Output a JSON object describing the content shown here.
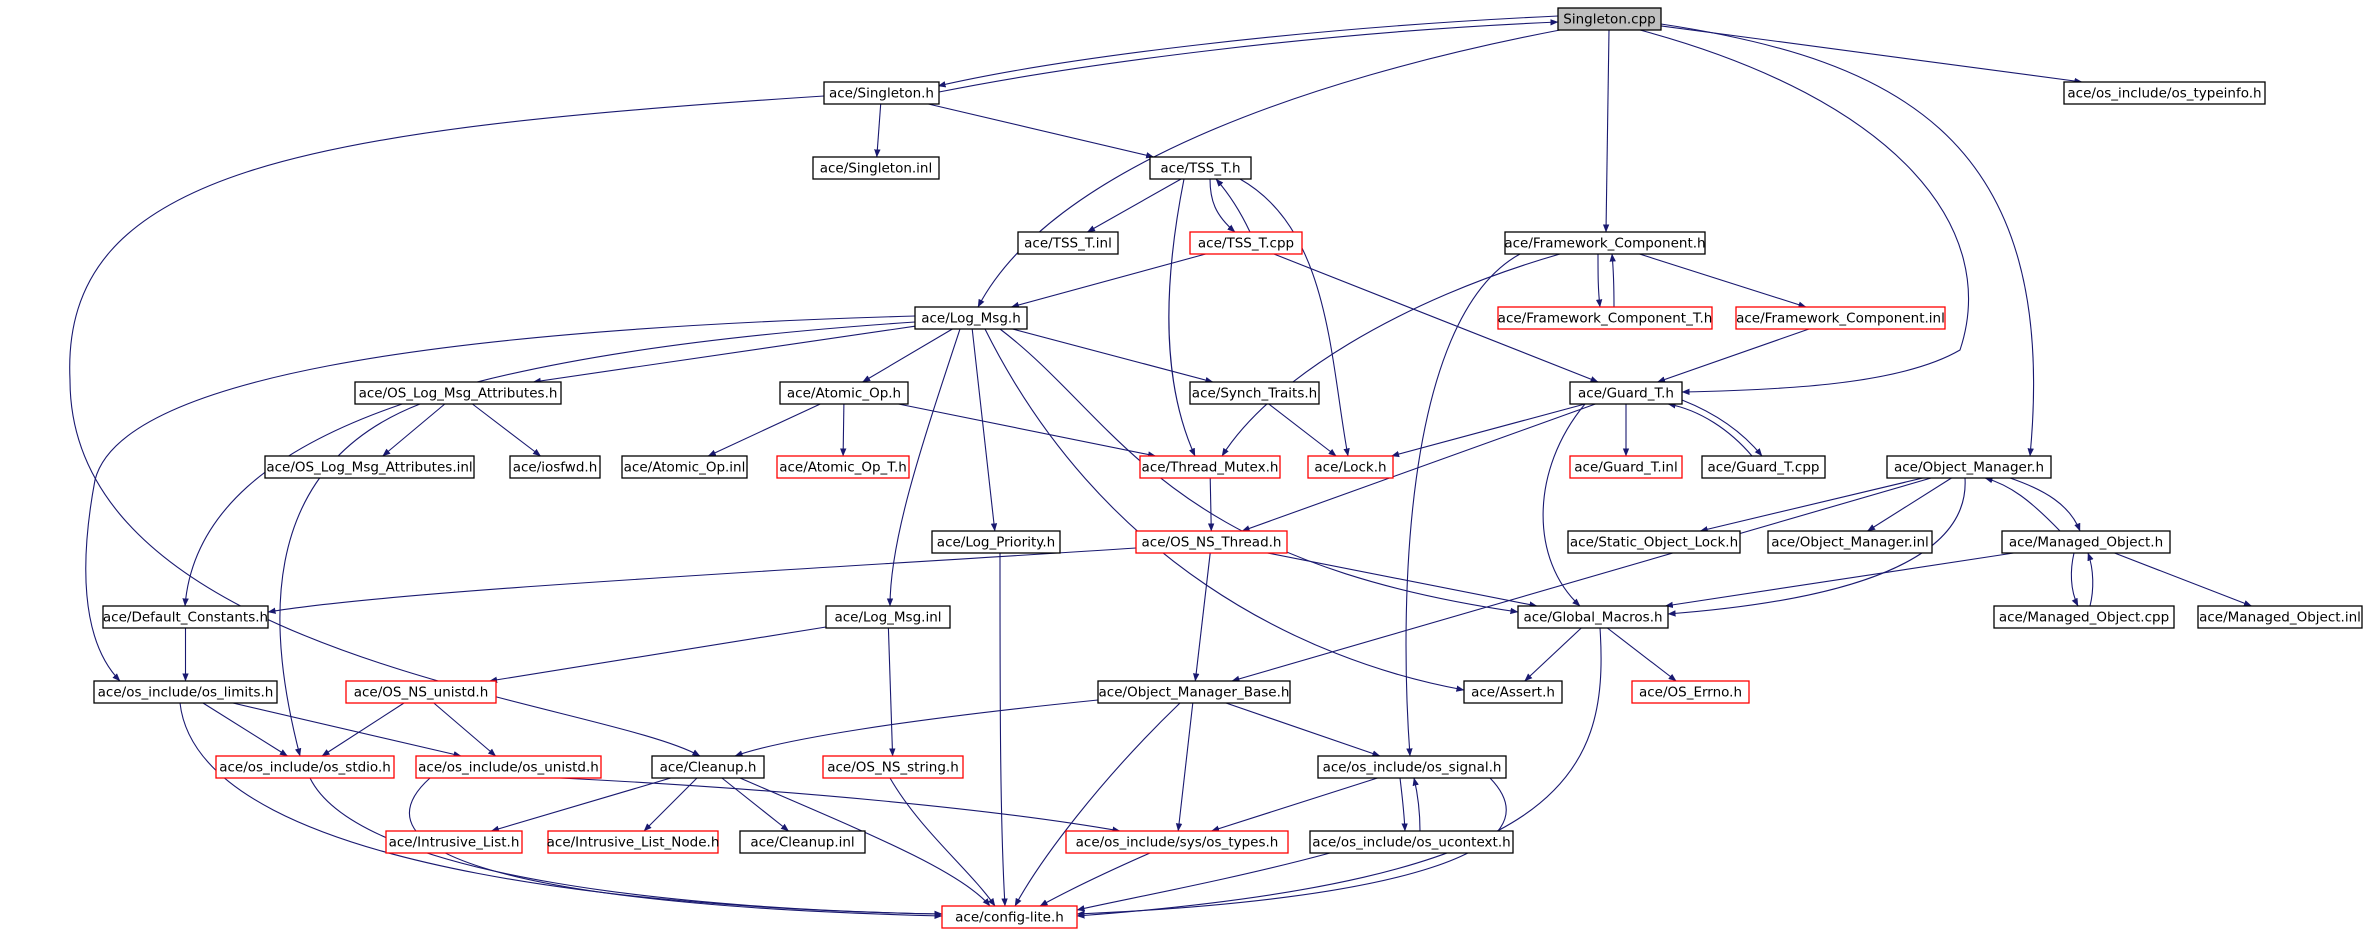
{
  "diagram": {
    "colors": {
      "edge": "#191970",
      "root_fill": "#bfbfbf",
      "normal_border": "#000000",
      "truncated_border": "#ff0000"
    },
    "nodes": [
      {
        "id": "singleton_cpp",
        "label": "Singleton.cpp",
        "style": "root"
      },
      {
        "id": "singleton_h",
        "label": "ace/Singleton.h",
        "style": "normal"
      },
      {
        "id": "os_typeinfo",
        "label": "ace/os_include/os_typeinfo.h",
        "style": "normal"
      },
      {
        "id": "singleton_inl",
        "label": "ace/Singleton.inl",
        "style": "normal"
      },
      {
        "id": "tss_t_h",
        "label": "ace/TSS_T.h",
        "style": "normal"
      },
      {
        "id": "tss_t_inl",
        "label": "ace/TSS_T.inl",
        "style": "normal"
      },
      {
        "id": "tss_t_cpp",
        "label": "ace/TSS_T.cpp",
        "style": "truncated"
      },
      {
        "id": "framework_component_h",
        "label": "ace/Framework_Component.h",
        "style": "normal"
      },
      {
        "id": "framework_component_t_h",
        "label": "ace/Framework_Component_T.h",
        "style": "truncated"
      },
      {
        "id": "framework_component_inl",
        "label": "ace/Framework_Component.inl",
        "style": "truncated"
      },
      {
        "id": "log_msg_h",
        "label": "ace/Log_Msg.h",
        "style": "normal"
      },
      {
        "id": "os_log_msg_attributes_h",
        "label": "ace/OS_Log_Msg_Attributes.h",
        "style": "normal"
      },
      {
        "id": "atomic_op_h",
        "label": "ace/Atomic_Op.h",
        "style": "normal"
      },
      {
        "id": "synch_traits_h",
        "label": "ace/Synch_Traits.h",
        "style": "normal"
      },
      {
        "id": "guard_t_h",
        "label": "ace/Guard_T.h",
        "style": "normal"
      },
      {
        "id": "os_log_msg_attributes_inl",
        "label": "ace/OS_Log_Msg_Attributes.inl",
        "style": "normal"
      },
      {
        "id": "iosfwd_h",
        "label": "ace/iosfwd.h",
        "style": "normal"
      },
      {
        "id": "atomic_op_inl",
        "label": "ace/Atomic_Op.inl",
        "style": "normal"
      },
      {
        "id": "atomic_op_t_h",
        "label": "ace/Atomic_Op_T.h",
        "style": "truncated"
      },
      {
        "id": "thread_mutex_h",
        "label": "ace/Thread_Mutex.h",
        "style": "truncated"
      },
      {
        "id": "lock_h",
        "label": "ace/Lock.h",
        "style": "truncated"
      },
      {
        "id": "guard_t_inl",
        "label": "ace/Guard_T.inl",
        "style": "truncated"
      },
      {
        "id": "guard_t_cpp",
        "label": "ace/Guard_T.cpp",
        "style": "normal"
      },
      {
        "id": "object_manager_h",
        "label": "ace/Object_Manager.h",
        "style": "normal"
      },
      {
        "id": "log_priority_h",
        "label": "ace/Log_Priority.h",
        "style": "normal"
      },
      {
        "id": "os_ns_thread_h",
        "label": "ace/OS_NS_Thread.h",
        "style": "truncated"
      },
      {
        "id": "static_object_lock_h",
        "label": "ace/Static_Object_Lock.h",
        "style": "normal"
      },
      {
        "id": "object_manager_inl",
        "label": "ace/Object_Manager.inl",
        "style": "normal"
      },
      {
        "id": "managed_object_h",
        "label": "ace/Managed_Object.h",
        "style": "normal"
      },
      {
        "id": "default_constants_h",
        "label": "ace/Default_Constants.h",
        "style": "normal"
      },
      {
        "id": "log_msg_inl",
        "label": "ace/Log_Msg.inl",
        "style": "normal"
      },
      {
        "id": "global_macros_h",
        "label": "ace/Global_Macros.h",
        "style": "normal"
      },
      {
        "id": "managed_object_cpp",
        "label": "ace/Managed_Object.cpp",
        "style": "normal"
      },
      {
        "id": "managed_object_inl",
        "label": "ace/Managed_Object.inl",
        "style": "normal"
      },
      {
        "id": "os_limits_h",
        "label": "ace/os_include/os_limits.h",
        "style": "normal"
      },
      {
        "id": "os_ns_unistd_h",
        "label": "ace/OS_NS_unistd.h",
        "style": "truncated"
      },
      {
        "id": "object_manager_base_h",
        "label": "ace/Object_Manager_Base.h",
        "style": "normal"
      },
      {
        "id": "assert_h",
        "label": "ace/Assert.h",
        "style": "normal"
      },
      {
        "id": "os_errno_h",
        "label": "ace/OS_Errno.h",
        "style": "truncated"
      },
      {
        "id": "os_stdio_h",
        "label": "ace/os_include/os_stdio.h",
        "style": "truncated"
      },
      {
        "id": "os_unistd_h",
        "label": "ace/os_include/os_unistd.h",
        "style": "truncated"
      },
      {
        "id": "cleanup_h",
        "label": "ace/Cleanup.h",
        "style": "normal"
      },
      {
        "id": "os_ns_string_h",
        "label": "ace/OS_NS_string.h",
        "style": "truncated"
      },
      {
        "id": "os_signal_h",
        "label": "ace/os_include/os_signal.h",
        "style": "normal"
      },
      {
        "id": "intrusive_list_h",
        "label": "ace/Intrusive_List.h",
        "style": "truncated"
      },
      {
        "id": "intrusive_list_node_h",
        "label": "ace/Intrusive_List_Node.h",
        "style": "truncated"
      },
      {
        "id": "cleanup_inl",
        "label": "ace/Cleanup.inl",
        "style": "normal"
      },
      {
        "id": "os_types_h",
        "label": "ace/os_include/sys/os_types.h",
        "style": "truncated"
      },
      {
        "id": "os_ucontext_h",
        "label": "ace/os_include/os_ucontext.h",
        "style": "normal"
      },
      {
        "id": "config_lite_h",
        "label": "ace/config-lite.h",
        "style": "truncated"
      }
    ],
    "edges": [
      [
        "singleton_cpp",
        "singleton_h"
      ],
      [
        "singleton_cpp",
        "os_typeinfo"
      ],
      [
        "singleton_cpp",
        "log_msg_h"
      ],
      [
        "singleton_cpp",
        "framework_component_h"
      ],
      [
        "singleton_cpp",
        "guard_t_h"
      ],
      [
        "singleton_cpp",
        "object_manager_h"
      ],
      [
        "singleton_h",
        "singleton_cpp"
      ],
      [
        "singleton_h",
        "singleton_inl"
      ],
      [
        "singleton_h",
        "tss_t_h"
      ],
      [
        "singleton_h",
        "cleanup_h"
      ],
      [
        "tss_t_h",
        "tss_t_inl"
      ],
      [
        "tss_t_h",
        "tss_t_cpp"
      ],
      [
        "tss_t_h",
        "thread_mutex_h"
      ],
      [
        "tss_t_h",
        "lock_h"
      ],
      [
        "tss_t_cpp",
        "tss_t_h"
      ],
      [
        "tss_t_cpp",
        "log_msg_h"
      ],
      [
        "tss_t_cpp",
        "guard_t_h"
      ],
      [
        "framework_component_h",
        "framework_component_t_h"
      ],
      [
        "framework_component_h",
        "framework_component_inl"
      ],
      [
        "framework_component_h",
        "thread_mutex_h"
      ],
      [
        "framework_component_h",
        "os_signal_h"
      ],
      [
        "framework_component_t_h",
        "framework_component_h"
      ],
      [
        "framework_component_inl",
        "guard_t_h"
      ],
      [
        "log_msg_h",
        "os_log_msg_attributes_h"
      ],
      [
        "log_msg_h",
        "atomic_op_h"
      ],
      [
        "log_msg_h",
        "synch_traits_h"
      ],
      [
        "log_msg_h",
        "log_priority_h"
      ],
      [
        "log_msg_h",
        "log_msg_inl"
      ],
      [
        "log_msg_h",
        "default_constants_h"
      ],
      [
        "log_msg_h",
        "os_limits_h"
      ],
      [
        "log_msg_h",
        "global_macros_h"
      ],
      [
        "log_msg_h",
        "assert_h"
      ],
      [
        "os_log_msg_attributes_h",
        "os_log_msg_attributes_inl"
      ],
      [
        "os_log_msg_attributes_h",
        "iosfwd_h"
      ],
      [
        "os_log_msg_attributes_h",
        "os_stdio_h"
      ],
      [
        "atomic_op_h",
        "atomic_op_inl"
      ],
      [
        "atomic_op_h",
        "atomic_op_t_h"
      ],
      [
        "atomic_op_h",
        "thread_mutex_h"
      ],
      [
        "synch_traits_h",
        "lock_h"
      ],
      [
        "guard_t_h",
        "lock_h"
      ],
      [
        "guard_t_h",
        "guard_t_inl"
      ],
      [
        "guard_t_h",
        "guard_t_cpp"
      ],
      [
        "guard_t_h",
        "os_ns_thread_h"
      ],
      [
        "guard_t_h",
        "global_macros_h"
      ],
      [
        "guard_t_cpp",
        "guard_t_h"
      ],
      [
        "thread_mutex_h",
        "os_ns_thread_h"
      ],
      [
        "object_manager_h",
        "static_object_lock_h"
      ],
      [
        "object_manager_h",
        "object_manager_inl"
      ],
      [
        "object_manager_h",
        "managed_object_h"
      ],
      [
        "object_manager_h",
        "global_macros_h"
      ],
      [
        "object_manager_h",
        "object_manager_base_h"
      ],
      [
        "managed_object_h",
        "object_manager_h"
      ],
      [
        "managed_object_h",
        "managed_object_cpp"
      ],
      [
        "managed_object_h",
        "managed_object_inl"
      ],
      [
        "managed_object_h",
        "global_macros_h"
      ],
      [
        "managed_object_cpp",
        "managed_object_h"
      ],
      [
        "os_ns_thread_h",
        "default_constants_h"
      ],
      [
        "os_ns_thread_h",
        "global_macros_h"
      ],
      [
        "os_ns_thread_h",
        "object_manager_base_h"
      ],
      [
        "log_priority_h",
        "config_lite_h"
      ],
      [
        "default_constants_h",
        "os_limits_h"
      ],
      [
        "log_msg_inl",
        "os_ns_unistd_h"
      ],
      [
        "log_msg_inl",
        "os_ns_string_h"
      ],
      [
        "global_macros_h",
        "assert_h"
      ],
      [
        "global_macros_h",
        "os_errno_h"
      ],
      [
        "global_macros_h",
        "config_lite_h"
      ],
      [
        "os_limits_h",
        "os_stdio_h"
      ],
      [
        "os_limits_h",
        "os_unistd_h"
      ],
      [
        "os_limits_h",
        "config_lite_h"
      ],
      [
        "os_ns_unistd_h",
        "os_stdio_h"
      ],
      [
        "os_ns_unistd_h",
        "os_unistd_h"
      ],
      [
        "object_manager_base_h",
        "cleanup_h"
      ],
      [
        "object_manager_base_h",
        "os_signal_h"
      ],
      [
        "object_manager_base_h",
        "os_types_h"
      ],
      [
        "object_manager_base_h",
        "config_lite_h"
      ],
      [
        "os_stdio_h",
        "config_lite_h"
      ],
      [
        "os_unistd_h",
        "os_types_h"
      ],
      [
        "os_unistd_h",
        "config_lite_h"
      ],
      [
        "cleanup_h",
        "intrusive_list_h"
      ],
      [
        "cleanup_h",
        "intrusive_list_node_h"
      ],
      [
        "cleanup_h",
        "cleanup_inl"
      ],
      [
        "cleanup_h",
        "config_lite_h"
      ],
      [
        "os_ns_string_h",
        "config_lite_h"
      ],
      [
        "os_signal_h",
        "os_types_h"
      ],
      [
        "os_signal_h",
        "os_ucontext_h"
      ],
      [
        "os_signal_h",
        "config_lite_h"
      ],
      [
        "os_ucontext_h",
        "os_signal_h"
      ],
      [
        "os_ucontext_h",
        "config_lite_h"
      ],
      [
        "os_types_h",
        "config_lite_h"
      ]
    ]
  }
}
